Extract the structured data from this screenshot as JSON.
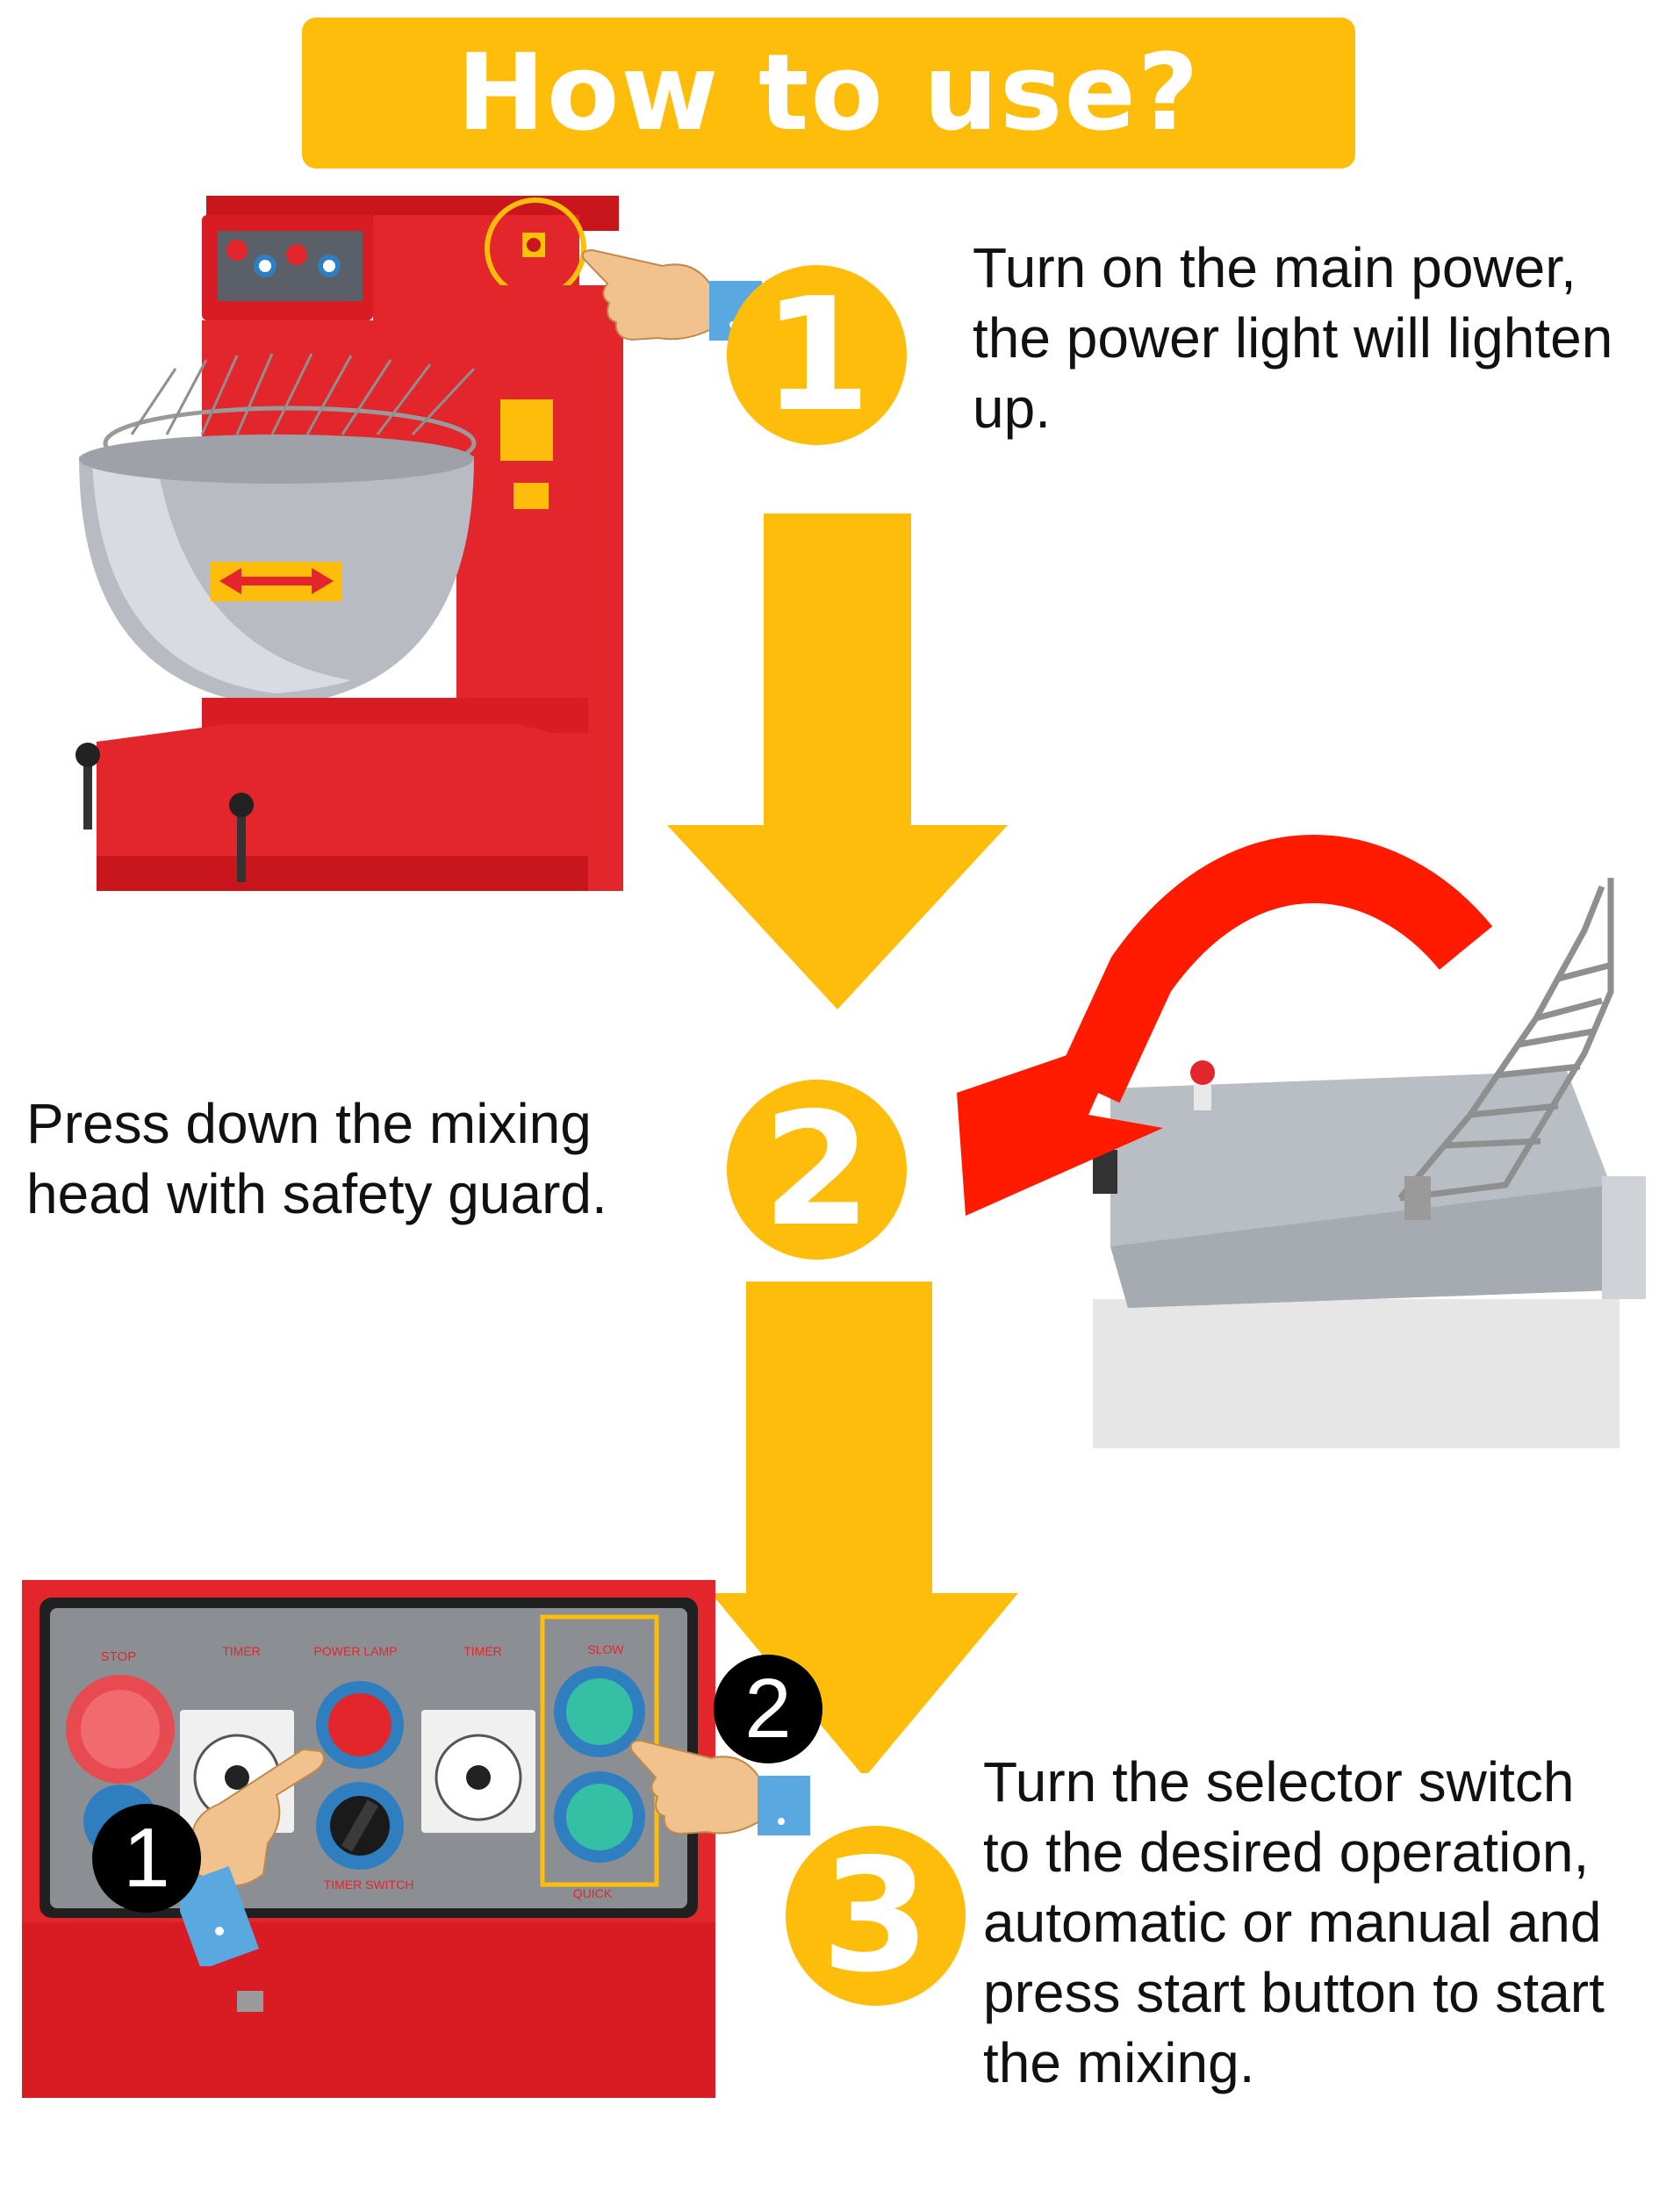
{
  "title": "How to use?",
  "steps": [
    {
      "number": "1",
      "text_lines": [
        "Turn on the main power,",
        "the power light will lighten",
        "up."
      ]
    },
    {
      "number": "2",
      "text_lines": [
        "Press down the mixing",
        "head with safety guard."
      ]
    },
    {
      "number": "3",
      "text_lines": [
        "Turn the selector switch",
        "to the desired operation,",
        "automatic or manual and",
        "press start button to start",
        "the mixing."
      ]
    }
  ],
  "panel": {
    "labels": {
      "stop": "STOP",
      "timer_left": "TIMER",
      "power_lamp": "POWER LAMP",
      "timer_right": "TIMER",
      "slow": "SLOW",
      "timer_switch": "TIMER SWITCH",
      "quick": "QUICK"
    },
    "badges": [
      "1",
      "2"
    ]
  },
  "colors": {
    "accent": "#fdbd0a",
    "machine_red": "#e3262b",
    "arrow_red": "#ff1a00",
    "badge": "#000000",
    "skin": "#f2c28e",
    "cuff": "#5aa8e0"
  },
  "icons": [
    "pointing-hand-icon",
    "down-arrow-icon",
    "curved-arrow-icon"
  ]
}
